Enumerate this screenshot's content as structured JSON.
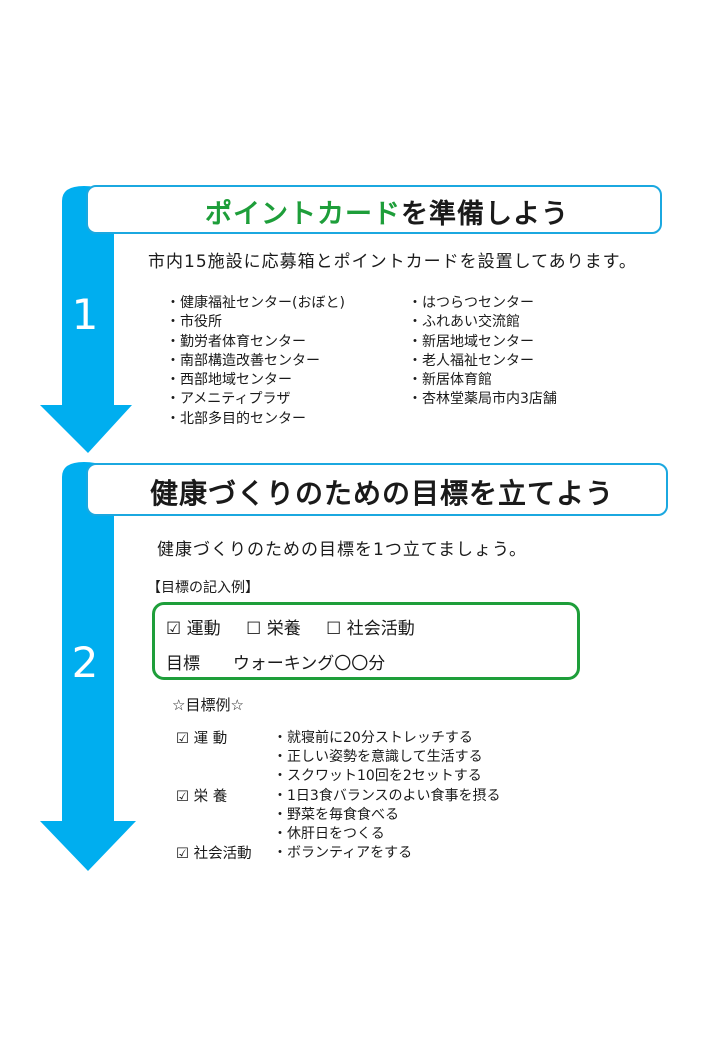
{
  "step1": {
    "number": "1",
    "title_highlight": "ポイントカード",
    "title_rest": "を準備しよう",
    "intro": "市内15施設に応募箱とポイントカードを設置してあります。",
    "facilities_left": [
      "・健康福祉センター(おぼと)",
      "・市役所",
      "・勤労者体育センター",
      "・南部構造改善センター",
      "・西部地域センター",
      "・アメニティプラザ",
      "・北部多目的センター"
    ],
    "facilities_right": [
      "・はつらつセンター",
      "・ふれあい交流館",
      "・新居地域センター",
      "・老人福祉センター",
      "・新居体育館",
      "・杏林堂薬局市内3店舗"
    ]
  },
  "step2": {
    "number": "2",
    "title": "健康づくりのための目標を立てよう",
    "intro": "健康づくりのための目標を1つ立てましょう。",
    "example_label": "【目標の記入例】",
    "example": {
      "checks": [
        "☑ 運動",
        "☐ 栄養",
        "☐ 社会活動"
      ],
      "goal_label": "目標",
      "goal_value": "ウォーキング〇〇分"
    },
    "goals_heading": "☆目標例☆",
    "goal_groups": [
      {
        "category": "☑ 運 動",
        "items": [
          "・就寝前に20分ストレッチする",
          "・正しい姿勢を意識して生活する",
          "・スクワット10回を2セットする"
        ]
      },
      {
        "category": "☑ 栄 養",
        "items": [
          "・1日3食バランスのよい食事を摂る",
          "・野菜を毎食食べる",
          "・休肝日をつくる"
        ]
      },
      {
        "category": "☑ 社会活動",
        "items": [
          "・ボランティアをする"
        ]
      }
    ]
  },
  "colors": {
    "arrow": "#00aeef",
    "title_border": "#1ba8e0",
    "highlight_green": "#1e9e3a",
    "example_border": "#1e9e3a"
  }
}
